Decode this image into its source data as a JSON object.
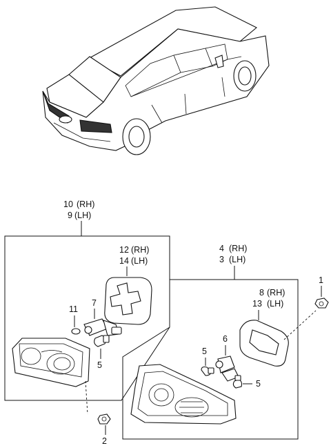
{
  "callouts": {
    "c1": "1",
    "c2": "2",
    "c3": "3",
    "c4": "4",
    "c5a": "5",
    "c5b": "5",
    "c5c": "5",
    "c6": "6",
    "c7": "7",
    "c8": "8",
    "c9": "9",
    "c10": "10",
    "c11": "11",
    "c12": "12",
    "c13": "13",
    "c14": "14",
    "rh": "(RH)",
    "lh": "(LH)"
  },
  "icons": {
    "vehicle": "sedan-rear-view-icon",
    "lamp": "tail-lamp-icon",
    "gasket": "gasket-icon",
    "socket": "bulb-socket-icon",
    "bulb": "bulb-icon",
    "nut": "nut-icon"
  }
}
